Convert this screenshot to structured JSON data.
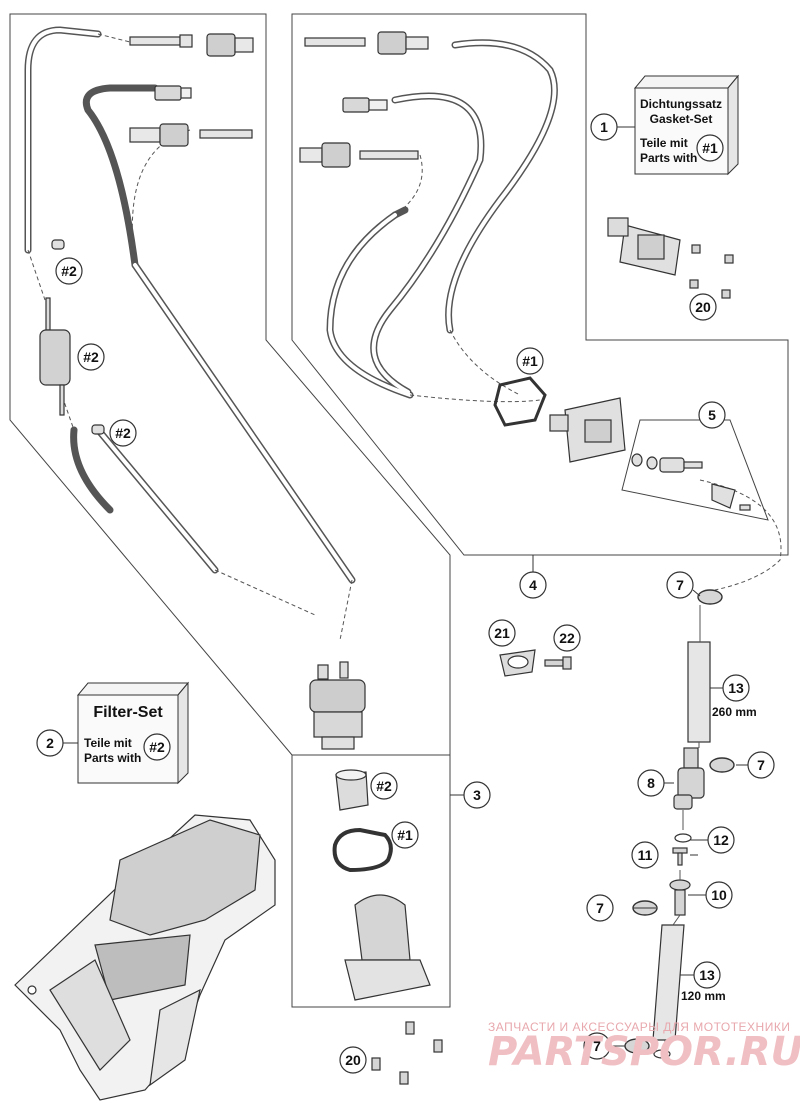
{
  "callouts": {
    "c1": "1",
    "c2": "2",
    "c3": "3",
    "c4": "4",
    "c5": "5",
    "c7a": "7",
    "c7b": "7",
    "c7c": "7",
    "c7d": "7",
    "c8": "8",
    "c10": "10",
    "c11": "11",
    "c12": "12",
    "c13a": "13",
    "c13b": "13",
    "c20a": "20",
    "c20b": "20",
    "c21": "21",
    "c22": "22"
  },
  "refs": {
    "r1a": "#1",
    "r1b": "#1",
    "r1c": "#1",
    "r2a": "#2",
    "r2b": "#2",
    "r2c": "#2",
    "r2d": "#2",
    "r2e": "#2"
  },
  "kits": {
    "gasket_title_de": "Dichtungssatz",
    "gasket_title_en": "Gasket-Set",
    "gasket_line1": "Teile mit",
    "gasket_line2": "Parts with",
    "filter_title": "Filter-Set",
    "filter_line1": "Teile mit",
    "filter_line2": "Parts with"
  },
  "dims": {
    "hose_long": "260 mm",
    "hose_short": "120 mm"
  },
  "watermark": {
    "tagline": "ЗАПЧАСТИ И АКСЕССУАРЫ ДЛЯ МОТОТЕХНИКИ",
    "brand": "PARTSPOR.RU"
  }
}
